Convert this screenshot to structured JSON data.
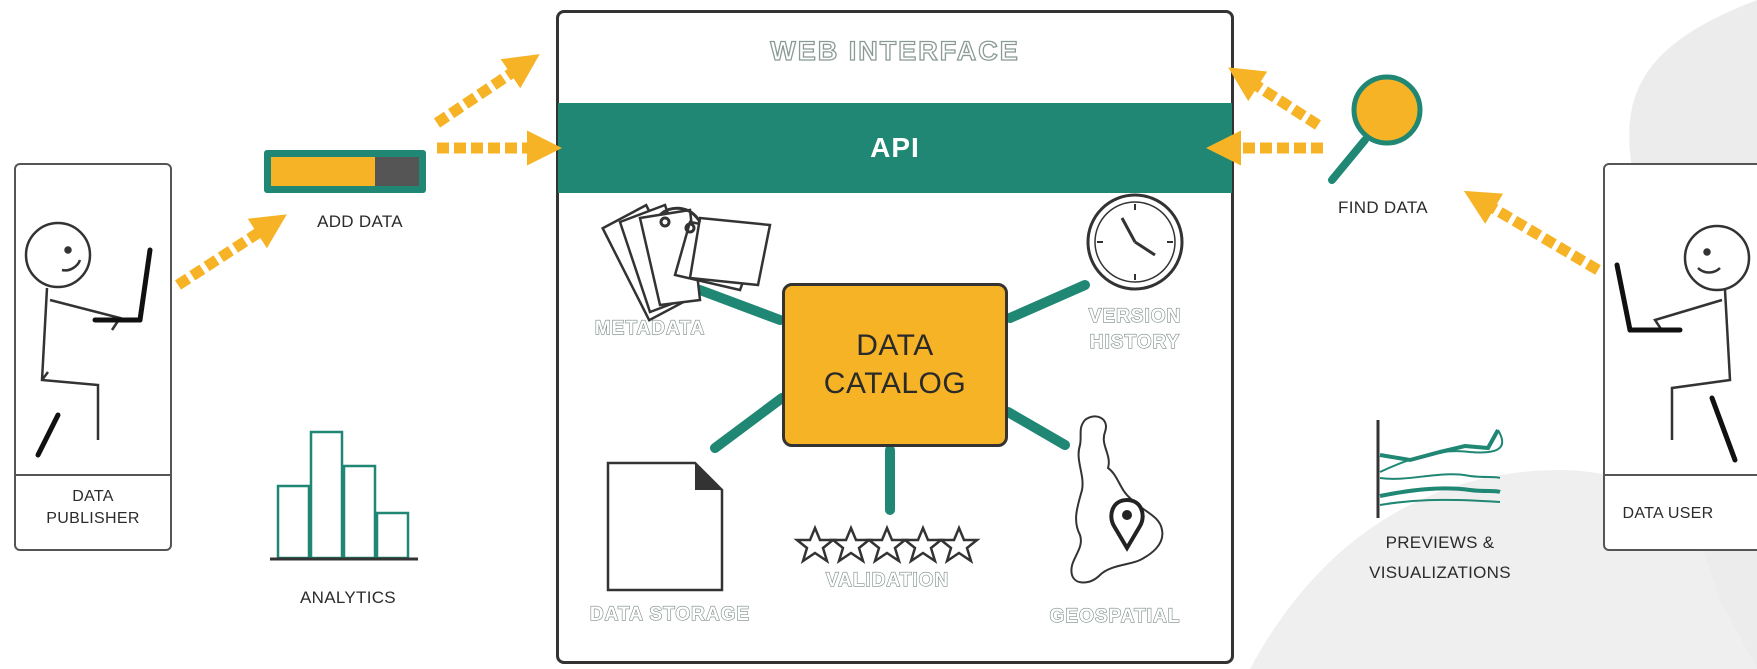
{
  "diagram": {
    "panel": {
      "title": "WEB INTERFACE",
      "api_label": "API",
      "catalog_line1": "DATA",
      "catalog_line2": "CATALOG"
    },
    "features": {
      "metadata": "METADATA",
      "version_history_line1": "VERSION",
      "version_history_line2": "HISTORY",
      "data_storage": "DATA STORAGE",
      "validation": "VALIDATION",
      "geospatial": "GEOSPATIAL"
    },
    "publisher": {
      "line1": "DATA",
      "line2": "PUBLISHER"
    },
    "user": {
      "label": "DATA USER"
    },
    "add_data": "ADD DATA",
    "find_data": "FIND DATA",
    "analytics": "ANALYTICS",
    "previews_line1": "PREVIEWS &",
    "previews_line2": "VISUALIZATIONS"
  },
  "colors": {
    "teal": "#1f8773",
    "amber": "#f5b325",
    "arrow": "#f5b325",
    "outline": "#333333",
    "swoosh": "#e9e9e9"
  },
  "icons": [
    "person-icon",
    "laptop-icon",
    "progress-bar-icon",
    "magnifier-icon",
    "tags-icon",
    "clock-icon",
    "document-icon",
    "star-icon",
    "map-icon",
    "map-pin-icon",
    "bar-chart-icon",
    "line-chart-icon",
    "arrow-icon"
  ]
}
